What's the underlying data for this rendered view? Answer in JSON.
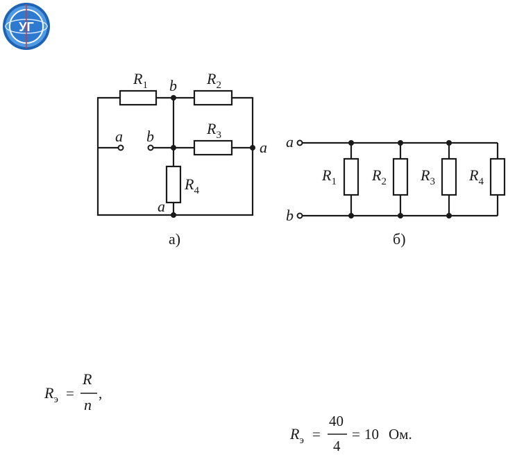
{
  "logo": {
    "icon": "university-emblem-icon",
    "text": "УГ"
  },
  "fig_a": {
    "caption": "а)",
    "resistors": [
      {
        "letter": "R",
        "sub": "1"
      },
      {
        "letter": "R",
        "sub": "2"
      },
      {
        "letter": "R",
        "sub": "3"
      },
      {
        "letter": "R",
        "sub": "4"
      }
    ],
    "node_labels": {
      "b_top": "b",
      "b_left": "b",
      "a_left": "a",
      "a_right": "a",
      "a_bottom": "a"
    }
  },
  "fig_b": {
    "caption": "б)",
    "terminals": {
      "top": "a",
      "bottom": "b"
    },
    "resistors": [
      {
        "letter": "R",
        "sub": "1"
      },
      {
        "letter": "R",
        "sub": "2"
      },
      {
        "letter": "R",
        "sub": "3"
      },
      {
        "letter": "R",
        "sub": "4"
      }
    ]
  },
  "formula_general": {
    "lhs": "R",
    "lhs_sub": "э",
    "eq": "=",
    "num": "R",
    "den": "n",
    "tail": ","
  },
  "formula_value": {
    "lhs": "R",
    "lhs_sub": "э",
    "eq": "=",
    "num": "40",
    "den": "4",
    "eq2": "=",
    "result": "10",
    "unit": "Ом."
  }
}
